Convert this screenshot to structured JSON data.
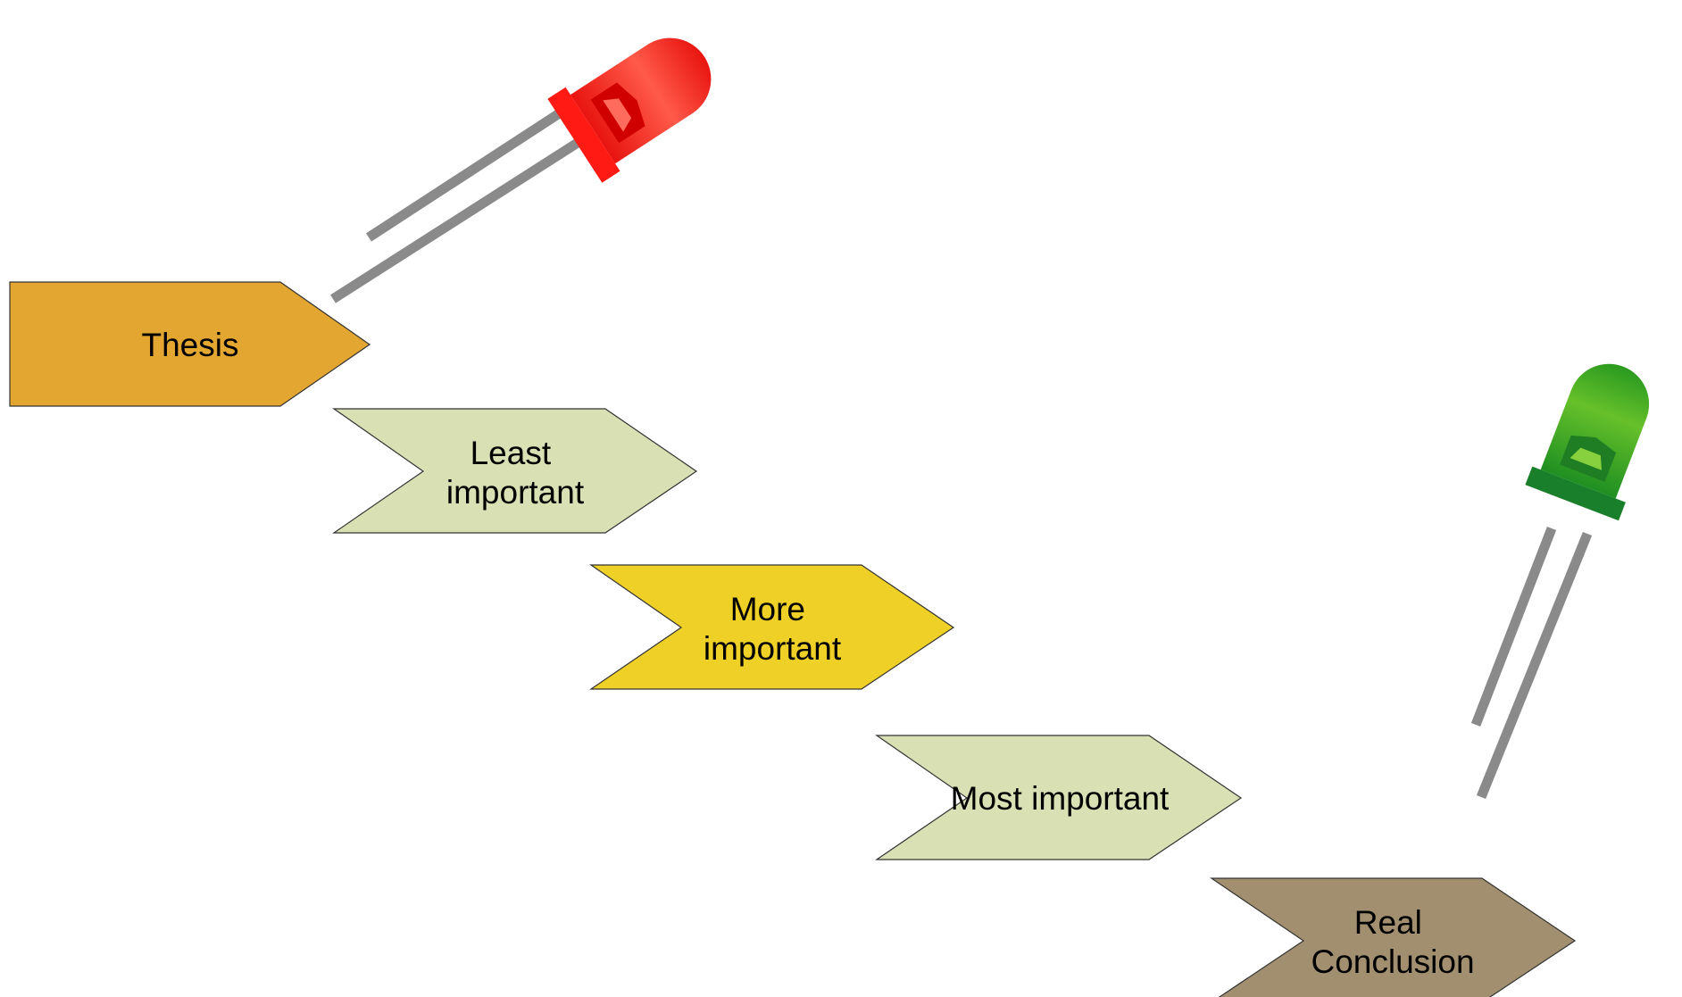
{
  "steps": [
    {
      "id": "thesis",
      "lines": [
        "Thesis"
      ],
      "color": "#e2a631"
    },
    {
      "id": "least",
      "lines": [
        "Least",
        "important"
      ],
      "color": "#d9e0b4"
    },
    {
      "id": "more",
      "lines": [
        "More",
        "important"
      ],
      "color": "#efd026"
    },
    {
      "id": "most",
      "lines": [
        "Most important"
      ],
      "color": "#d9e0b4"
    },
    {
      "id": "conclusion",
      "lines": [
        "Real",
        "Conclusion"
      ],
      "color": "#a18f6f"
    }
  ],
  "leds": [
    {
      "id": "start",
      "icon": "red-led-icon",
      "color": "#ff1a14"
    },
    {
      "id": "end",
      "icon": "green-led-icon",
      "color": "#1e9a2c"
    }
  ]
}
